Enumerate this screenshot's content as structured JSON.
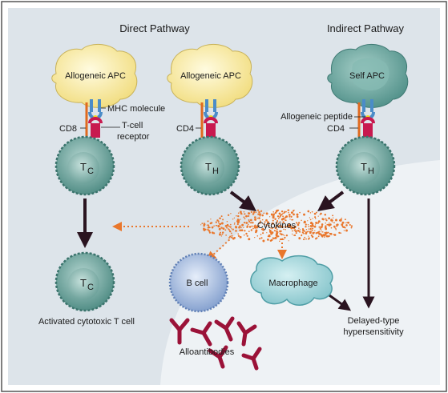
{
  "headings": {
    "direct": "Direct Pathway",
    "indirect": "Indirect Pathway"
  },
  "apcs": [
    {
      "label": "Allogeneic APC"
    },
    {
      "label": "Allogeneic APC"
    },
    {
      "label": "Self APC"
    }
  ],
  "labels": {
    "mhc_molecule": "MHC molecule",
    "t_cell_receptor_line1": "T-cell",
    "t_cell_receptor_line2": "receptor",
    "cd8": "CD8",
    "cd4_middle": "CD4",
    "cd4_right": "CD4",
    "allogeneic_peptide": "Allogeneic peptide",
    "cytokines": "Cytokines",
    "activated_cytotoxic": "Activated cytotoxic T cell",
    "b_cell": "B cell",
    "macrophage": "Macrophage",
    "alloantibodies": "Alloantibodies",
    "dth_line1": "Delayed-type",
    "dth_line2": "hypersensitivity"
  },
  "tcells": [
    {
      "main": "T",
      "sub": "C"
    },
    {
      "main": "T",
      "sub": "H"
    },
    {
      "main": "T",
      "sub": "H"
    },
    {
      "main": "T",
      "sub": "C"
    }
  ],
  "colors": {
    "panel_bg": "#dde4ea",
    "inner_bg": "#eef2f5",
    "apc_fill": "#f6e59a",
    "self_apc_fill": "#6fa7a0",
    "tcell_fill": "#77aaa3",
    "bcell_fill": "#a9bde0",
    "macrophage_fill": "#a8d8dd",
    "antibody": "#9b1238",
    "cytokine": "#e9772c",
    "arrow": "#2a1420",
    "tcr": "#c8194f",
    "mhc": "#4b8cc8",
    "peptide": "#f2d21c",
    "coreceptor": "#e06a1f"
  }
}
